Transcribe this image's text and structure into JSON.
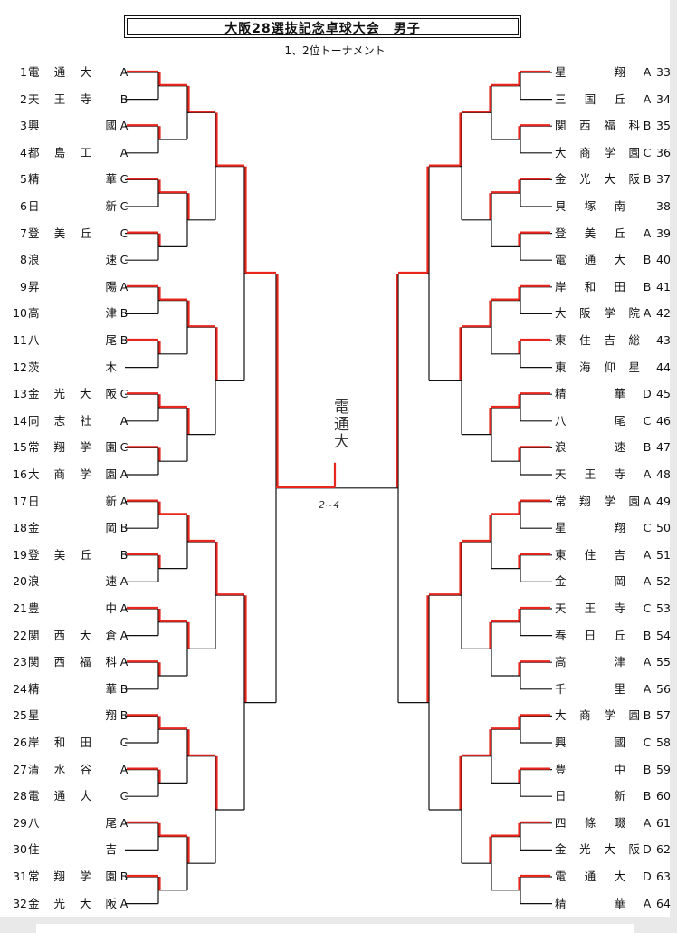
{
  "title": "大阪28選抜記念卓球大会　男子",
  "subtitle": "1、2位トーナメント",
  "winner_note": "電通大",
  "rank_note": "2~4",
  "colors": {
    "ink": "#111111",
    "marker": "#e8261e"
  },
  "left_entries": [
    {
      "num": "1",
      "name": "電通大",
      "suffix": "A"
    },
    {
      "num": "2",
      "name": "天王寺",
      "suffix": "B"
    },
    {
      "num": "3",
      "name": "興國",
      "suffix": "A"
    },
    {
      "num": "4",
      "name": "都島工",
      "suffix": "A"
    },
    {
      "num": "5",
      "name": "精華",
      "suffix": "C"
    },
    {
      "num": "6",
      "name": "日新",
      "suffix": "C"
    },
    {
      "num": "7",
      "name": "登美丘",
      "suffix": "C"
    },
    {
      "num": "8",
      "name": "浪速",
      "suffix": "C"
    },
    {
      "num": "9",
      "name": "昇陽",
      "suffix": "A"
    },
    {
      "num": "10",
      "name": "高津",
      "suffix": "B"
    },
    {
      "num": "11",
      "name": "八尾",
      "suffix": "B"
    },
    {
      "num": "12",
      "name": "茨木",
      "suffix": ""
    },
    {
      "num": "13",
      "name": "金光大阪",
      "suffix": "C"
    },
    {
      "num": "14",
      "name": "同志社",
      "suffix": "A"
    },
    {
      "num": "15",
      "name": "常翔学園",
      "suffix": "C"
    },
    {
      "num": "16",
      "name": "大商学園",
      "suffix": "A"
    },
    {
      "num": "17",
      "name": "日新",
      "suffix": "A"
    },
    {
      "num": "18",
      "name": "金岡",
      "suffix": "B"
    },
    {
      "num": "19",
      "name": "登美丘",
      "suffix": "B"
    },
    {
      "num": "20",
      "name": "浪速",
      "suffix": "A"
    },
    {
      "num": "21",
      "name": "豊中",
      "suffix": "A"
    },
    {
      "num": "22",
      "name": "関西大倉",
      "suffix": "A"
    },
    {
      "num": "23",
      "name": "関西福科",
      "suffix": "A"
    },
    {
      "num": "24",
      "name": "精華",
      "suffix": "B"
    },
    {
      "num": "25",
      "name": "星翔",
      "suffix": "B"
    },
    {
      "num": "26",
      "name": "岸和田",
      "suffix": "C"
    },
    {
      "num": "27",
      "name": "清水谷",
      "suffix": "A"
    },
    {
      "num": "28",
      "name": "電通大",
      "suffix": "C"
    },
    {
      "num": "29",
      "name": "八尾",
      "suffix": "A"
    },
    {
      "num": "30",
      "name": "住吉",
      "suffix": ""
    },
    {
      "num": "31",
      "name": "常翔学園",
      "suffix": "B"
    },
    {
      "num": "32",
      "name": "金光大阪",
      "suffix": "A"
    }
  ],
  "right_entries": [
    {
      "num": "33",
      "name": "星翔",
      "suffix": "A"
    },
    {
      "num": "34",
      "name": "三国丘",
      "suffix": "A"
    },
    {
      "num": "35",
      "name": "関西福科",
      "suffix": "B"
    },
    {
      "num": "36",
      "name": "大商学園",
      "suffix": "C"
    },
    {
      "num": "37",
      "name": "金光大阪",
      "suffix": "B"
    },
    {
      "num": "38",
      "name": "貝塚南",
      "suffix": ""
    },
    {
      "num": "39",
      "name": "登美丘",
      "suffix": "A"
    },
    {
      "num": "40",
      "name": "電通大",
      "suffix": "B"
    },
    {
      "num": "41",
      "name": "岸和田",
      "suffix": "B"
    },
    {
      "num": "42",
      "name": "大阪学院",
      "suffix": "A"
    },
    {
      "num": "43",
      "name": "東住吉総",
      "suffix": ""
    },
    {
      "num": "44",
      "name": "東海仰星",
      "suffix": ""
    },
    {
      "num": "45",
      "name": "精華",
      "suffix": "D"
    },
    {
      "num": "46",
      "name": "八尾",
      "suffix": "C"
    },
    {
      "num": "47",
      "name": "浪速",
      "suffix": "B"
    },
    {
      "num": "48",
      "name": "天王寺",
      "suffix": "A"
    },
    {
      "num": "49",
      "name": "常翔学園",
      "suffix": "A"
    },
    {
      "num": "50",
      "name": "星翔",
      "suffix": "C"
    },
    {
      "num": "51",
      "name": "東住吉",
      "suffix": "A"
    },
    {
      "num": "52",
      "name": "金岡",
      "suffix": "A"
    },
    {
      "num": "53",
      "name": "天王寺",
      "suffix": "C"
    },
    {
      "num": "54",
      "name": "春日丘",
      "suffix": "B"
    },
    {
      "num": "55",
      "name": "高津",
      "suffix": "A"
    },
    {
      "num": "56",
      "name": "千里",
      "suffix": "A"
    },
    {
      "num": "57",
      "name": "大商学園",
      "suffix": "B"
    },
    {
      "num": "58",
      "name": "興國",
      "suffix": "C"
    },
    {
      "num": "59",
      "name": "豊中",
      "suffix": "B"
    },
    {
      "num": "60",
      "name": "日新",
      "suffix": "B"
    },
    {
      "num": "61",
      "name": "四條畷",
      "suffix": "A"
    },
    {
      "num": "62",
      "name": "金光大阪",
      "suffix": "D"
    },
    {
      "num": "63",
      "name": "電通大",
      "suffix": "D"
    },
    {
      "num": "64",
      "name": "精華",
      "suffix": "A"
    }
  ]
}
